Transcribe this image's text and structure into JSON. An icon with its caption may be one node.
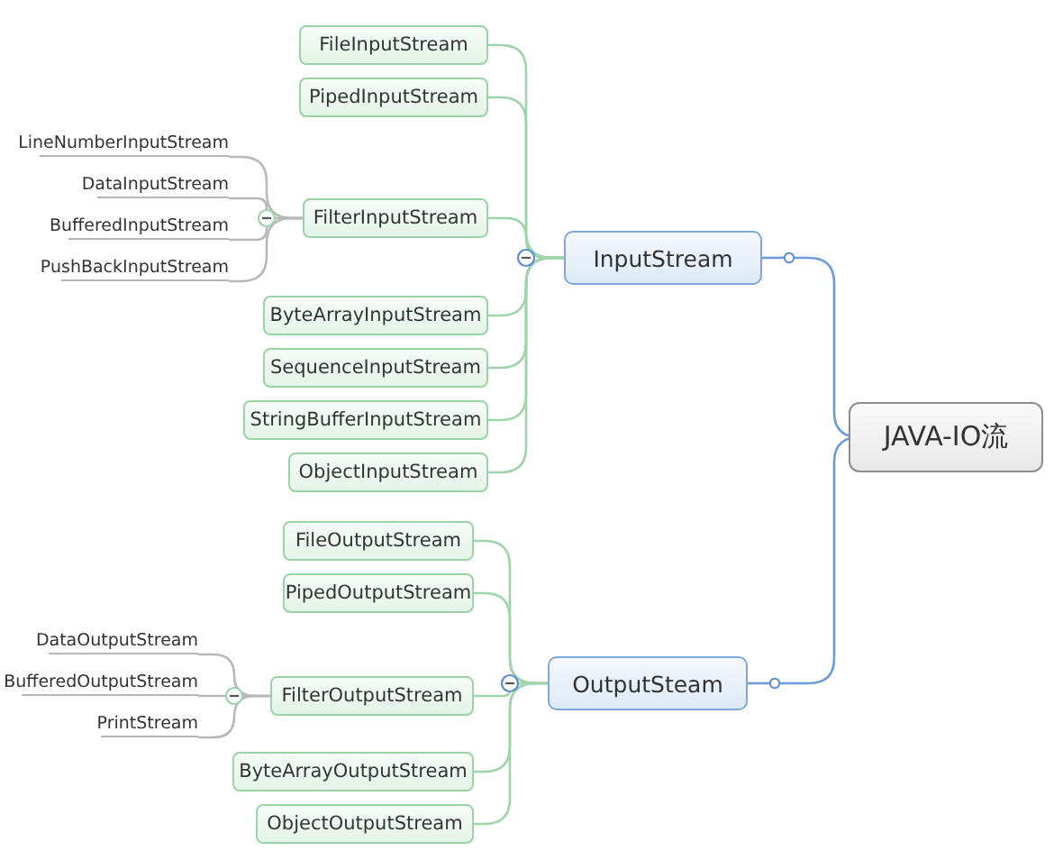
{
  "diagram": {
    "nodes": [
      {
        "text": [
          "JAVA-IO流"
        ]
      },
      {
        "text": [
          "InputStream"
        ]
      },
      {
        "text": [
          "FileInputStream"
        ]
      },
      {
        "text": [
          "PipedInputStream"
        ]
      },
      {
        "text": [
          "FilterInputStream"
        ]
      },
      {
        "text": [
          "LineNumberInputStream"
        ]
      },
      {
        "text": [
          "DataInputStream"
        ]
      },
      {
        "text": [
          "BufferedInputStream"
        ]
      },
      {
        "text": [
          "PushBackInputStream"
        ]
      },
      {
        "text": [
          "ByteArrayInputStream"
        ]
      },
      {
        "text": [
          "SequenceInputStream"
        ]
      },
      {
        "text": [
          "StringBufferInputStream"
        ]
      },
      {
        "text": [
          "ObjectInputStream"
        ]
      },
      {
        "text": [
          "OutputSteam"
        ]
      },
      {
        "text": [
          "FileOutputStream"
        ]
      },
      {
        "text": [
          "PipedOutputStream"
        ]
      },
      {
        "text": [
          "FilterOutputStream"
        ]
      },
      {
        "text": [
          "DataOutputStream"
        ]
      },
      {
        "text": [
          "BufferedOutputStream"
        ]
      },
      {
        "text": [
          "PrintStream"
        ]
      },
      {
        "text": [
          "ByteArrayOutputStream"
        ]
      },
      {
        "text": [
          "ObjectOutputStream"
        ]
      }
    ],
    "edges": [
      {
        "from": 0,
        "to": 1,
        "arrow": "none"
      },
      {
        "from": 1,
        "to": 2,
        "arrow": "none"
      },
      {
        "from": 1,
        "to": 3,
        "arrow": "none"
      },
      {
        "from": 1,
        "to": 4,
        "arrow": "none"
      },
      {
        "from": 4,
        "to": 5,
        "arrow": "none"
      },
      {
        "from": 4,
        "to": 6,
        "arrow": "none"
      },
      {
        "from": 4,
        "to": 7,
        "arrow": "none"
      },
      {
        "from": 4,
        "to": 8,
        "arrow": "none"
      },
      {
        "from": 1,
        "to": 9,
        "arrow": "none"
      },
      {
        "from": 1,
        "to": 10,
        "arrow": "none"
      },
      {
        "from": 1,
        "to": 11,
        "arrow": "none"
      },
      {
        "from": 1,
        "to": 12,
        "arrow": "none"
      },
      {
        "from": 0,
        "to": 13,
        "arrow": "none"
      },
      {
        "from": 13,
        "to": 14,
        "arrow": "none"
      },
      {
        "from": 13,
        "to": 15,
        "arrow": "none"
      },
      {
        "from": 13,
        "to": 16,
        "arrow": "none"
      },
      {
        "from": 16,
        "to": 17,
        "arrow": "none"
      },
      {
        "from": 16,
        "to": 18,
        "arrow": "none"
      },
      {
        "from": 16,
        "to": 19,
        "arrow": "none"
      },
      {
        "from": 13,
        "to": 20,
        "arrow": "none"
      },
      {
        "from": 13,
        "to": 21,
        "arrow": "none"
      }
    ]
  }
}
